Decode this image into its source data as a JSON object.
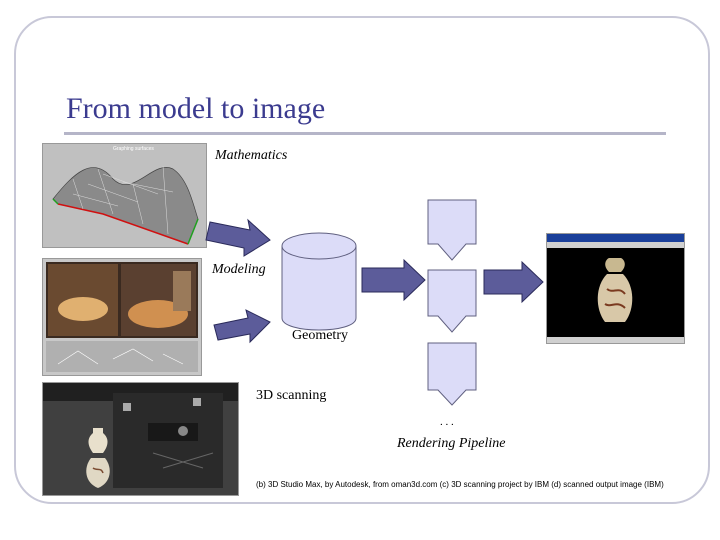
{
  "slide": {
    "title": "From model to image",
    "labels": {
      "mathematics": "Mathematics",
      "modeling": "Modeling",
      "geometry": "Geometry",
      "scanning": "3D scanning",
      "ellipsis": ". . .",
      "pipeline": "Rendering Pipeline"
    },
    "caption": "(b) 3D Studio Max, by Autodesk, from oman3d.com (c) 3D scanning project by IBM (d) scanned output image (IBM)",
    "math_image_label": "Graphing surfaces"
  },
  "colors": {
    "title": "#3b3b8f",
    "arrow_fill": "#5c5c9a",
    "shape_fill": "#dcdcf8",
    "shape_stroke": "#606080"
  }
}
